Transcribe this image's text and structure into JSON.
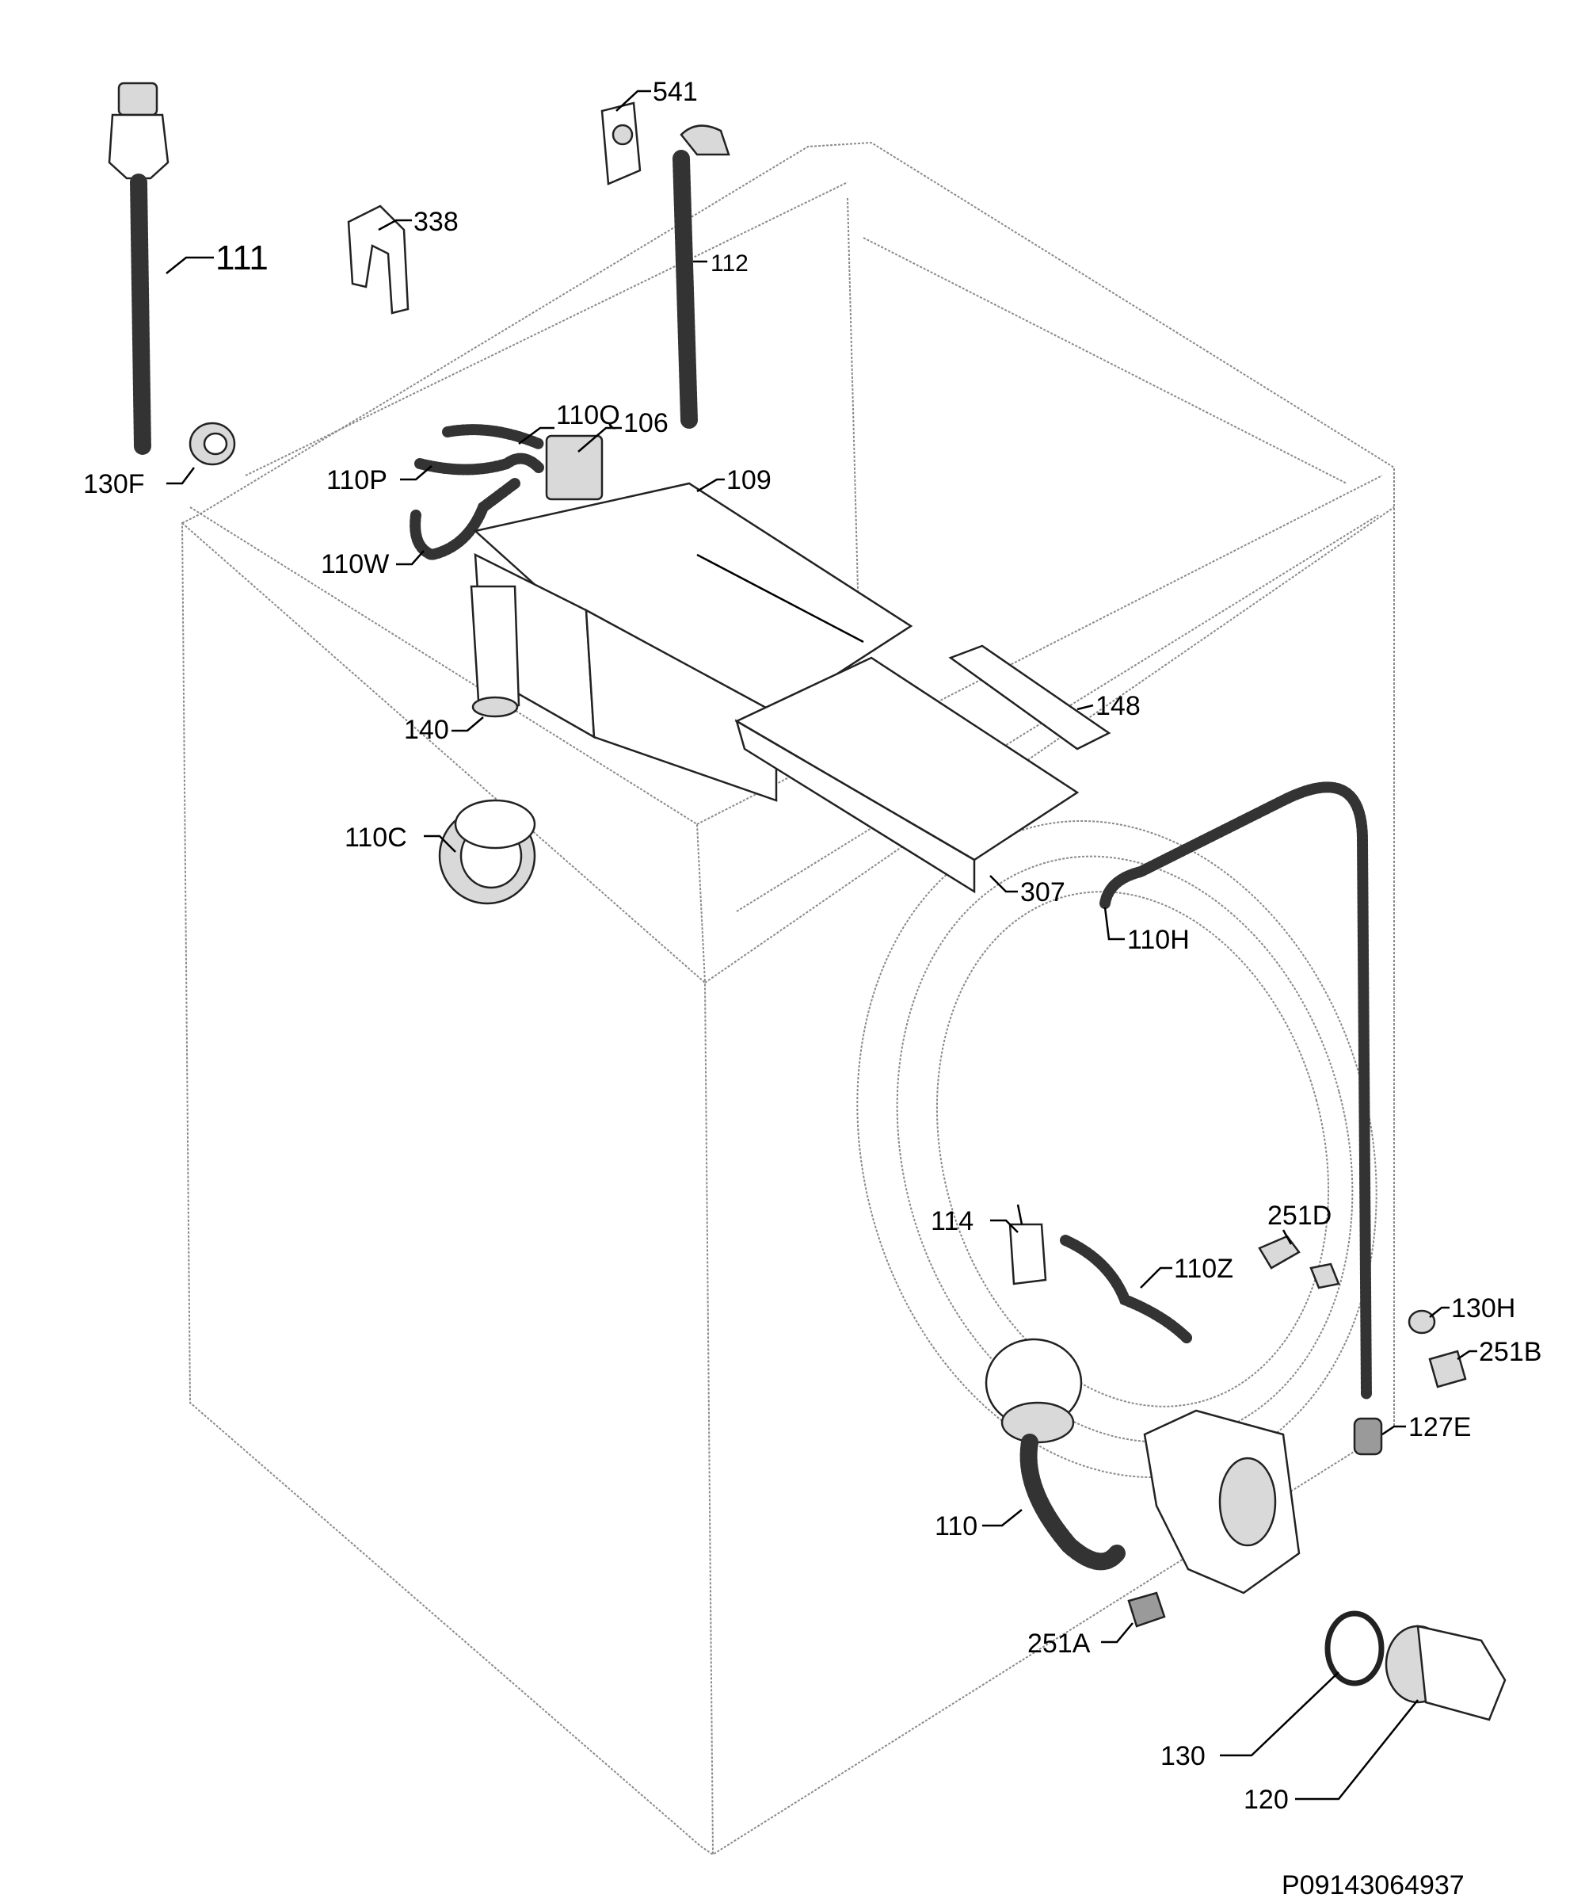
{
  "drawing": {
    "reference_code": "P09143064937",
    "callouts": [
      {
        "id": "541",
        "label": "541"
      },
      {
        "id": "111",
        "label": "111"
      },
      {
        "id": "338",
        "label": "338"
      },
      {
        "id": "112",
        "label": "112"
      },
      {
        "id": "110Q",
        "label": "110Q"
      },
      {
        "id": "106",
        "label": "106"
      },
      {
        "id": "130F",
        "label": "130F"
      },
      {
        "id": "110P",
        "label": "110P"
      },
      {
        "id": "109",
        "label": "109"
      },
      {
        "id": "110W",
        "label": "110W"
      },
      {
        "id": "148",
        "label": "148"
      },
      {
        "id": "140",
        "label": "140"
      },
      {
        "id": "110C",
        "label": "110C"
      },
      {
        "id": "307",
        "label": "307"
      },
      {
        "id": "110H",
        "label": "110H"
      },
      {
        "id": "251D",
        "label": "251D"
      },
      {
        "id": "114",
        "label": "114"
      },
      {
        "id": "110Z",
        "label": "110Z"
      },
      {
        "id": "130H",
        "label": "130H"
      },
      {
        "id": "251B",
        "label": "251B"
      },
      {
        "id": "127E",
        "label": "127E"
      },
      {
        "id": "110",
        "label": "110"
      },
      {
        "id": "251A",
        "label": "251A"
      },
      {
        "id": "130",
        "label": "130"
      },
      {
        "id": "120",
        "label": "120"
      }
    ]
  }
}
